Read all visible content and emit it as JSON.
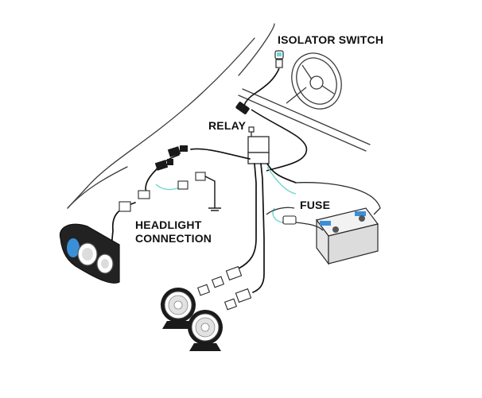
{
  "labels": {
    "isolator_switch": "ISOLATOR SWITCH",
    "relay": "RELAY",
    "fuse": "FUSE",
    "headlight_line1": "HEADLIGHT",
    "headlight_line2": "CONNECTION"
  },
  "colors": {
    "outline": "#2a2a2a",
    "wire": "#111111",
    "wire_accent": "#6fd6d2",
    "battery_terminal": "#3a8fd9",
    "background": "#ffffff"
  }
}
